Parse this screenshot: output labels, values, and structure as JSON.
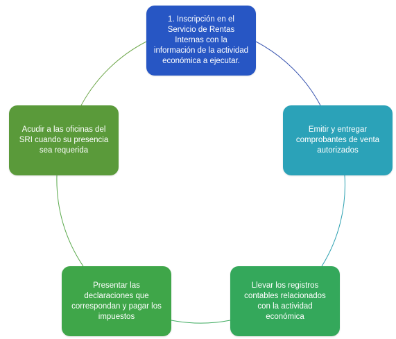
{
  "diagram": {
    "type": "cycle",
    "nodes": [
      {
        "id": "n1",
        "label": "1. Inscripción en el Servicio de Rentas Internas con la información de la actividad económica a ejecutar.",
        "color": "#2756C4"
      },
      {
        "id": "n2",
        "label": "Emitir y entregar comprobantes de venta autorizados",
        "color": "#2BA2B8"
      },
      {
        "id": "n3",
        "label": "Llevar los registros contables relacionados con la actividad económica",
        "color": "#34A85B"
      },
      {
        "id": "n4",
        "label": "Presentar las declaraciones que correspondan y pagar los impuestos",
        "color": "#3FA649"
      },
      {
        "id": "n5",
        "label": "Acudir a las oficinas del SRI cuando su presencia sea requerida",
        "color": "#5A9A3A"
      }
    ],
    "connectors": [
      {
        "from": "n1",
        "to": "n2",
        "color": "#3A56B0"
      },
      {
        "from": "n2",
        "to": "n3",
        "color": "#2BA0B0"
      },
      {
        "from": "n3",
        "to": "n4",
        "color": "#3DAA5E"
      },
      {
        "from": "n4",
        "to": "n5",
        "color": "#58A84A"
      },
      {
        "from": "n5",
        "to": "n1",
        "color": "#6FA84C"
      }
    ]
  }
}
